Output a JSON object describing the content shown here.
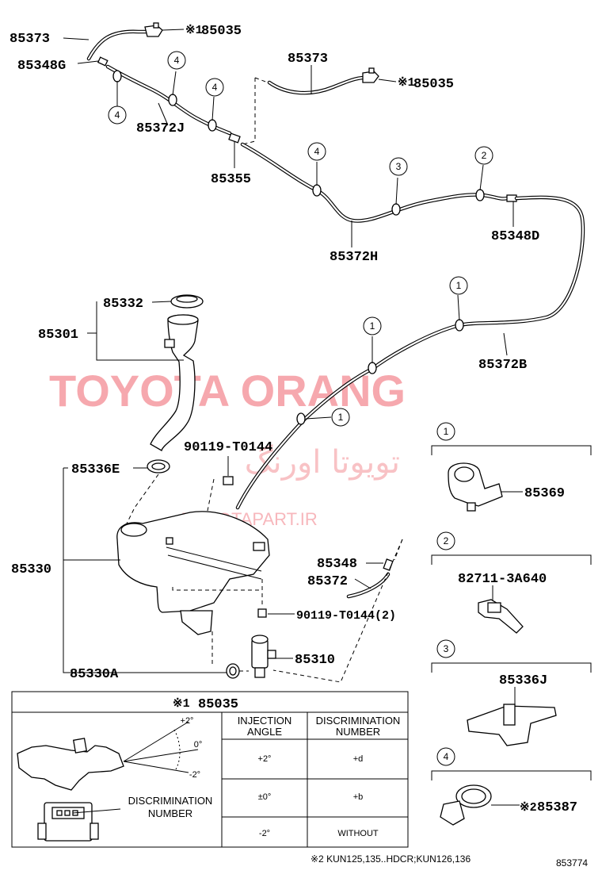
{
  "parts": {
    "p85373_top": "85373",
    "p85035_top": "85035",
    "p85035_top_mark": "※1",
    "p85348G": "85348G",
    "p85373_mid": "85373",
    "p85035_mid": "85035",
    "p85035_mid_mark": "※1",
    "p85372J": "85372J",
    "p85355": "85355",
    "p85372H": "85372H",
    "p85348D": "85348D",
    "p85332": "85332",
    "p85301": "85301",
    "p85372B": "85372B",
    "p90119_top": "90119-T0144",
    "p85336E": "85336E",
    "p85330": "85330",
    "p85348": "85348",
    "p85372": "85372",
    "p90119_bot": "90119-T0144(2)",
    "p85310": "85310",
    "p85330A": "85330A",
    "p85369": "85369",
    "p82711": "82711-3A640",
    "p85336J": "85336J",
    "p85387": "85387",
    "p85387_mark": "※2"
  },
  "callouts": {
    "c1": "1",
    "c2": "2",
    "c3": "3",
    "c4": "4"
  },
  "watermark": {
    "brand": "TOYOTA ORANG",
    "persian": "تویوتا اورنگ",
    "url": "TOYOTAPART.IR"
  },
  "detail_table": {
    "title_mark": "※1",
    "title": "85035",
    "angle_top": "+2°",
    "angle_mid": "0°",
    "angle_bot": "-2°",
    "disc_label_1": "DISCRIMINATION",
    "disc_label_2": "NUMBER",
    "col1_header_1": "INJECTION",
    "col1_header_2": "ANGLE",
    "col2_header_1": "DISCRIMINATION",
    "col2_header_2": "NUMBER",
    "rows": [
      {
        "angle": "+2°",
        "number": "+d"
      },
      {
        "angle": "±0°",
        "number": "+b"
      },
      {
        "angle": "-2°",
        "number": "WITHOUT"
      }
    ]
  },
  "footnote": "※2 KUN125,135..HDCR;KUN126,136",
  "diagram_number": "853774"
}
